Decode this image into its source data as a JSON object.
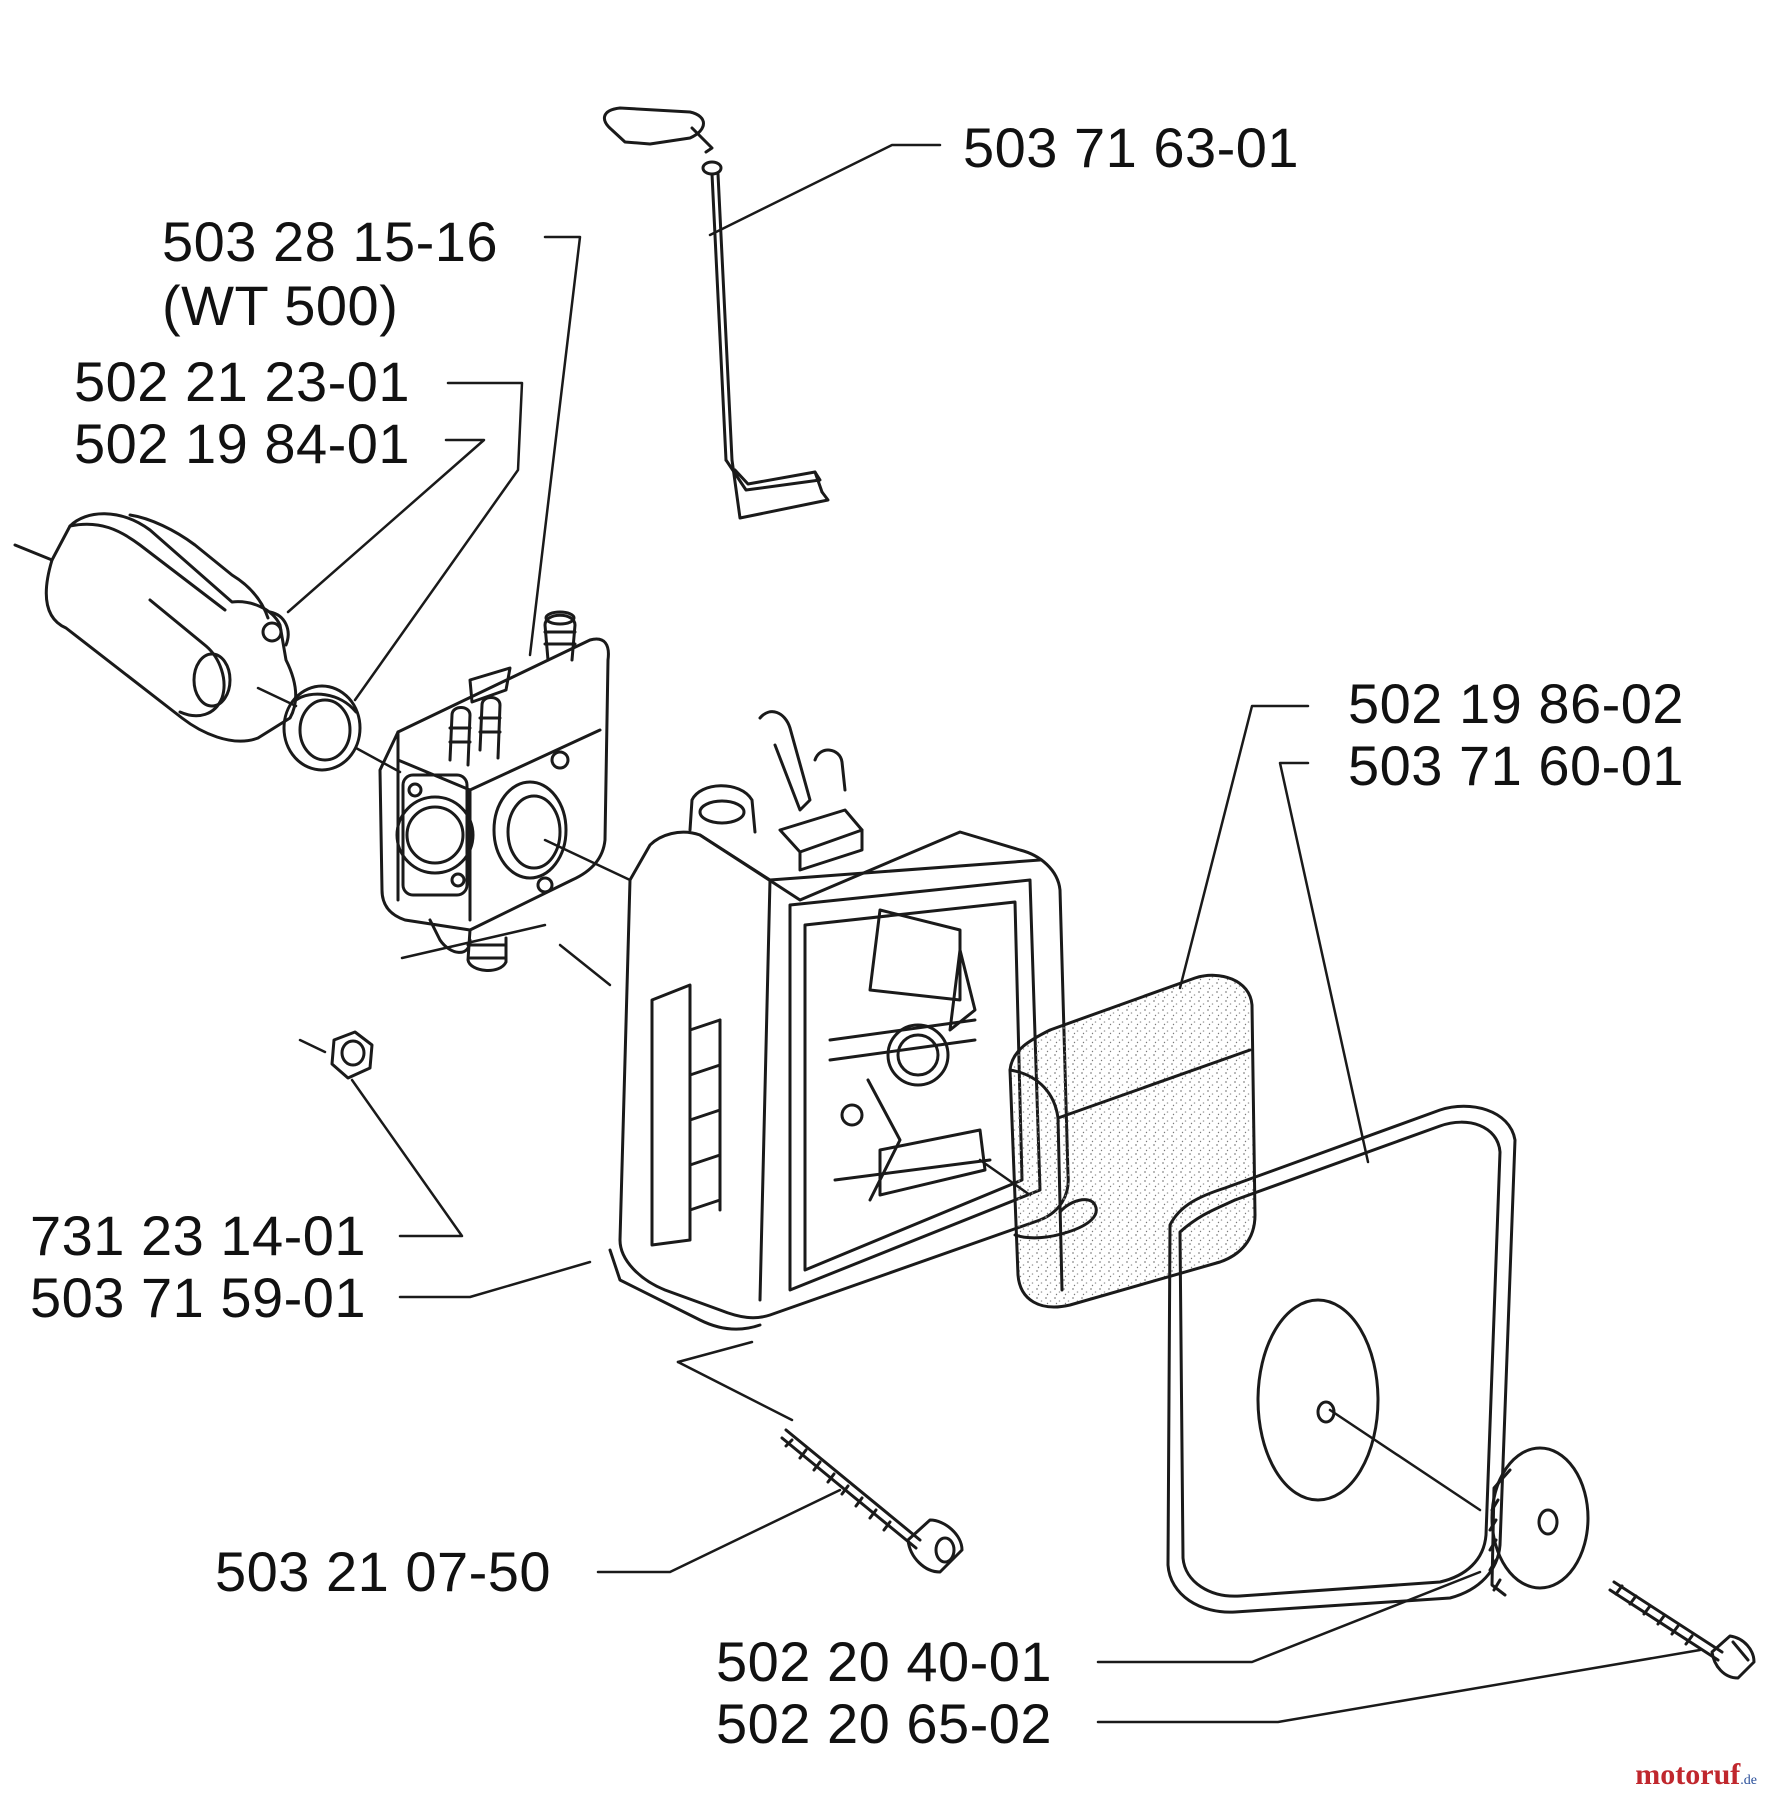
{
  "colors": {
    "line": "#1a1a1a",
    "paper": "#ffffff",
    "foam": "#9a9a9a",
    "wm_red": "#c0272d",
    "wm_blue": "#2a4f9a"
  },
  "parts": {
    "p1": "503 71 63-01",
    "p2": "503 28 15-16",
    "p2_note": "(WT 500)",
    "p3": "502 21 23-01",
    "p4": "502 19 84-01",
    "p5": "502 19 86-02",
    "p6": "503 71 60-01",
    "p7": "731 23 14-01",
    "p8": "503 71 59-01",
    "p9": "503 21 07-50",
    "p10": "502 20 40-01",
    "p11": "502 20 65-02"
  },
  "watermark": {
    "text": "motoruf",
    "suffix": ".de"
  }
}
